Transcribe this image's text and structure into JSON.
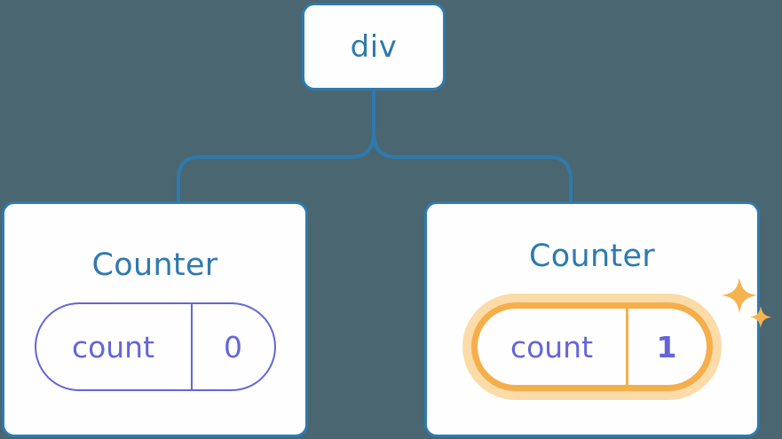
{
  "diagram": {
    "type": "component-tree",
    "background_color": "#4A6670",
    "node_border_color": "#2E7AAF",
    "node_text_color": "#2E7AAF",
    "state_color": "#6366D8",
    "highlight_color": "#F5AE4A",
    "highlight_glow_color": "#FBDCA8",
    "root": {
      "label": "div"
    },
    "children": [
      {
        "title": "Counter",
        "state": {
          "key": "count",
          "value": "0"
        },
        "highlighted": false
      },
      {
        "title": "Counter",
        "state": {
          "key": "count",
          "value": "1"
        },
        "highlighted": true
      }
    ],
    "icons": {
      "sparkle_large": "sparkle-icon",
      "sparkle_small": "sparkle-icon"
    }
  }
}
